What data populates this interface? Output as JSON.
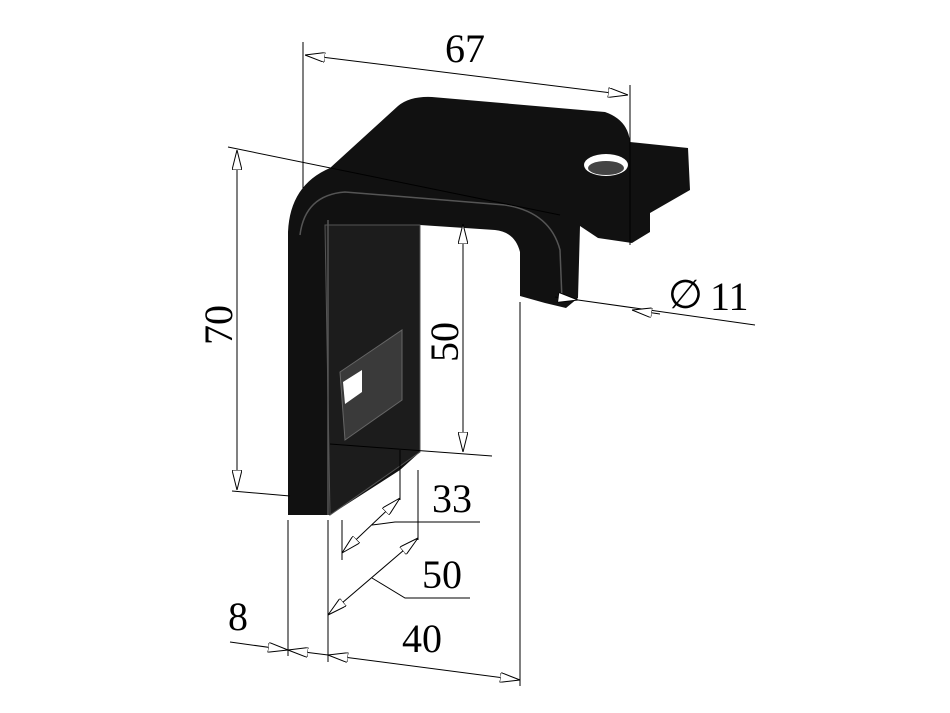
{
  "drawing": {
    "part_color": "#111111",
    "dimensions": {
      "top_width": "67",
      "total_height": "70",
      "inner_height": "50",
      "hole_diameter_symbol": "∅",
      "hole_diameter": "11",
      "slot_length": "33",
      "leg_depth": "50",
      "thickness": "8",
      "leg_width": "40"
    }
  }
}
